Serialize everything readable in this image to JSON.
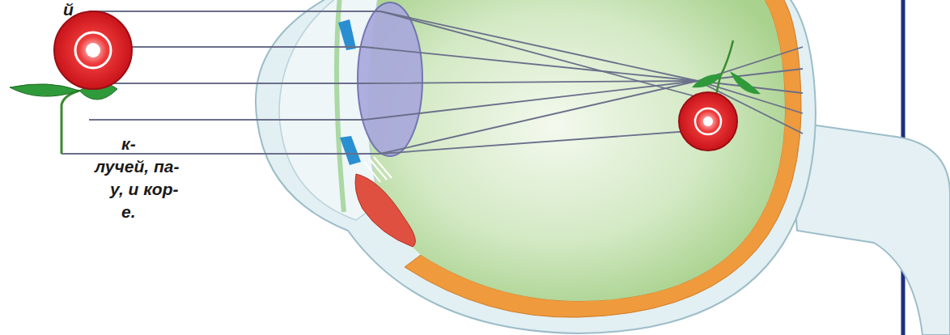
{
  "diagram": {
    "labels": [
      "й",
      "к-",
      "лучей, па-",
      "у, и кор-",
      "е."
    ]
  }
}
